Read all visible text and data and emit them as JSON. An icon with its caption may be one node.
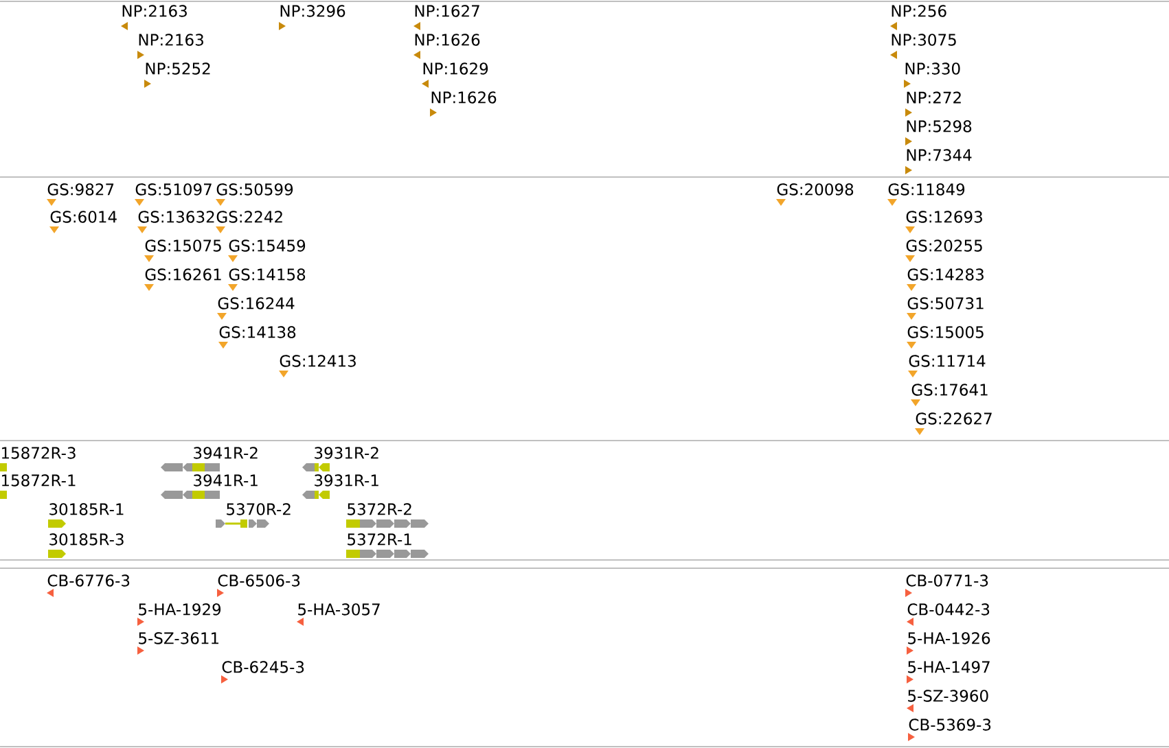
{
  "diagram": {
    "labels": [
      "NP:2163",
      "NP:3296",
      "NP:1627",
      "NP:256",
      "NP:2163",
      "NP:1626",
      "NP:3075",
      "NP:5252",
      "NP:1629",
      "NP:330",
      "NP:1626",
      "NP:272",
      "NP:5298",
      "NP:7344",
      "GS:9827",
      "GS:51097",
      "GS:50599",
      "GS:20098",
      "GS:11849",
      "GS:6014",
      "GS:13632",
      "GS:2242",
      "GS:12693",
      "GS:15075",
      "GS:15459",
      "GS:20255",
      "GS:16261",
      "GS:14158",
      "GS:14283",
      "GS:16244",
      "GS:50731",
      "GS:14138",
      "GS:15005",
      "GS:12413",
      "GS:11714",
      "GS:17641",
      "GS:22627",
      "15872R-3",
      "3941R-2",
      "3931R-2",
      "15872R-1",
      "3941R-1",
      "3931R-1",
      "30185R-1",
      "5370R-2",
      "5372R-2",
      "30185R-3",
      "5372R-1",
      "CB-6776-3",
      "CB-6506-3",
      "CB-0771-3",
      "5-HA-1929",
      "5-HA-3057",
      "CB-0442-3",
      "5-SZ-3611",
      "5-HA-1926",
      "CB-6245-3",
      "5-HA-1497",
      "5-SZ-3960",
      "CB-5369-3"
    ]
  }
}
